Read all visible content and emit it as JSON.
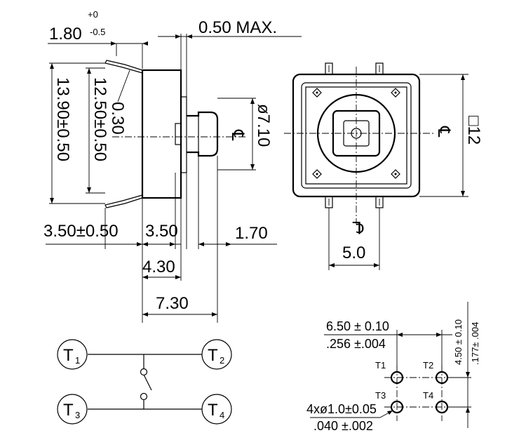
{
  "side_view": {
    "dim_width": "1.80",
    "tol_plus": "+0",
    "tol_minus": "-0.5",
    "dim_max": "0.50 MAX.",
    "dim_height_outer": "13.90±0.50",
    "dim_height_inner": "12.50±0.50",
    "dim_lead": "0.30",
    "dim_diameter": "ø7.10",
    "dim_left": "3.50±0.50",
    "dim_body": "3.50",
    "dim_act": "1.70",
    "dim_mid": "4.30",
    "dim_total": "7.30"
  },
  "top_view": {
    "dim_square": "□12",
    "dim_pitch": "5.0"
  },
  "schematic": {
    "terminals": [
      {
        "main": "T",
        "sub": "1"
      },
      {
        "main": "T",
        "sub": "2"
      },
      {
        "main": "T",
        "sub": "3"
      },
      {
        "main": "T",
        "sub": "4"
      }
    ]
  },
  "pcb_layout": {
    "dim_h_mm": "6.50 ± 0.10",
    "dim_h_in": ".256 ±.004",
    "dim_v_mm": "4.50 ± 0.10",
    "dim_v_in": ".177± .004",
    "hole_mm": "4xø1.0±0.05",
    "hole_in": ".040 ±.002",
    "labels": [
      "T1",
      "T2",
      "T3",
      "T4"
    ]
  }
}
